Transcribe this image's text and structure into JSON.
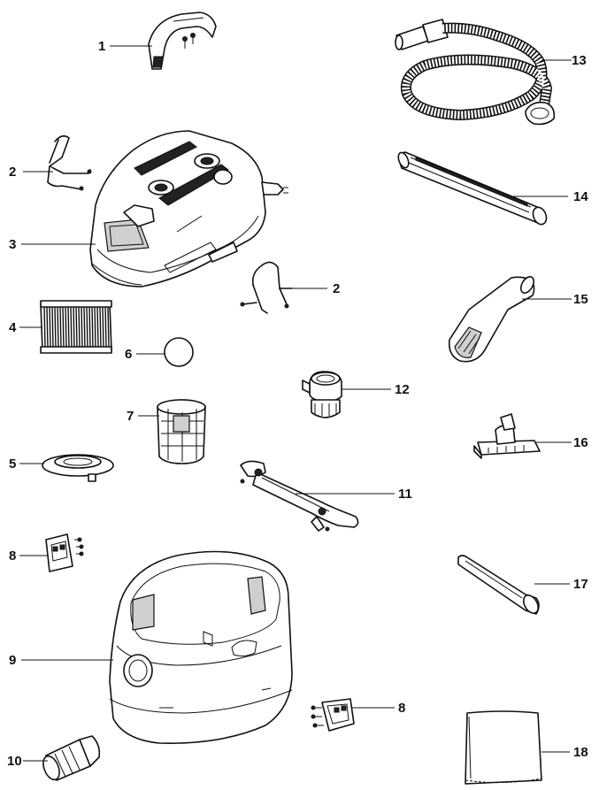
{
  "labels": {
    "handle": "1",
    "caster_left": "2",
    "caster_right": "2",
    "lid": "3",
    "filter": "4",
    "cage_seal": "5",
    "float": "6",
    "filter_cage": "7",
    "bracket_left": "8",
    "bracket_right": "8",
    "tank": "9",
    "inlet": "10",
    "cord_wrap": "11",
    "adapter": "12",
    "hose": "13",
    "extension_wand": "14",
    "utility_nozzle": "15",
    "floor_nozzle": "16",
    "crevice_tool": "17",
    "dust_bag": "18"
  }
}
